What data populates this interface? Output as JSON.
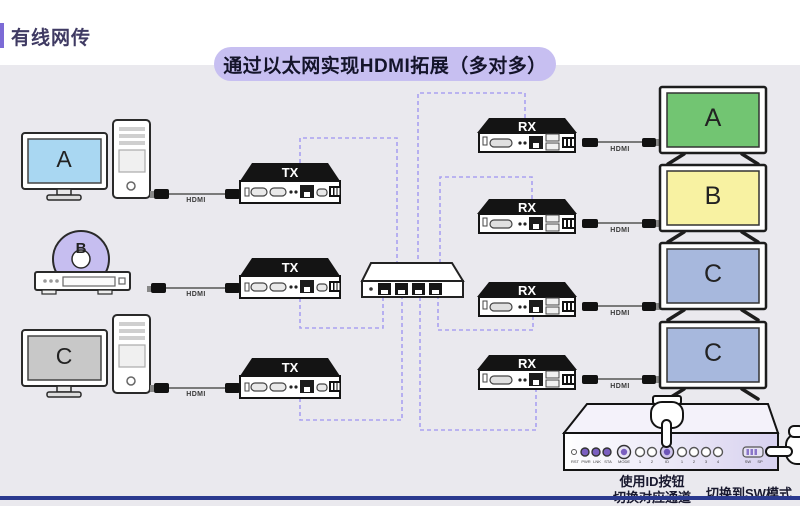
{
  "header": {
    "brand": "有线网传",
    "title": "通过以太网实现HDMI拓展（多对多）"
  },
  "cable_label": "HDMI",
  "sources": [
    {
      "label": "A",
      "type": "computer"
    },
    {
      "label": "B",
      "type": "dvd-player"
    },
    {
      "label": "C",
      "type": "computer"
    }
  ],
  "transmitters": [
    "TX",
    "TX",
    "TX"
  ],
  "receivers": [
    "RX",
    "RX",
    "RX",
    "RX"
  ],
  "displays": [
    {
      "label": "A",
      "color": "#72c572"
    },
    {
      "label": "B",
      "color": "#f8f2a2"
    },
    {
      "label": "C",
      "color": "#a7b8dd"
    },
    {
      "label": "C",
      "color": "#a7b8dd"
    }
  ],
  "controller": {
    "buttons": [
      "RST",
      "PWR",
      "LNK",
      "STA",
      "MODE",
      "1",
      "2",
      "ID",
      "1",
      "2",
      "3",
      "4"
    ],
    "switch_labels": [
      "SW",
      "SP"
    ],
    "caption_id_line1": "使用ID按钮",
    "caption_id_line2": "切换对应通道",
    "caption_sw": "切换到SW模式"
  },
  "colors": {
    "accent_purple": "#7c6bd6",
    "title_pill_bg": "#c7bff1",
    "dashed_line": "#a9a1f0",
    "screen_a": "#a9d7f2",
    "screen_c": "#c8c8c8",
    "disc_b": "#c6bef0",
    "tv_a": "#72c572",
    "tv_b": "#f8f2a2",
    "tv_c": "#a7b8dd",
    "bottom_bar": "#2b3a8f"
  }
}
